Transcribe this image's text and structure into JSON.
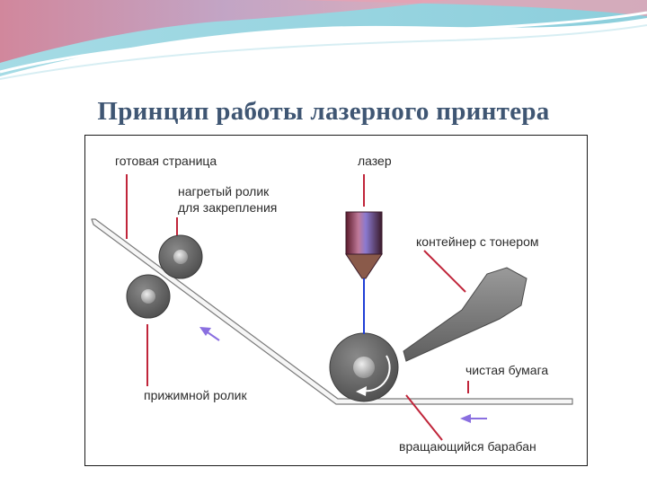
{
  "title": "Принцип работы лазерного принтера",
  "labels": {
    "finished_page": "готовая страница",
    "heated_roller_line1": "нагретый ролик",
    "heated_roller_line2": "для закрепления",
    "laser": "лазер",
    "toner_container": "контейнер с тонером",
    "clean_paper": "чистая бумага",
    "pressure_roller": "прижимной ролик",
    "rotating_drum": "вращающийся барабан"
  },
  "colors": {
    "title": "#3f5673",
    "leader_lines": "#c0253a",
    "laser_beam": "#1f3fd6",
    "arrows": "#8a6fe0",
    "roller": "#6b6b6b",
    "banner_pink": "#e88a9f",
    "banner_teal": "#8fd3df"
  }
}
